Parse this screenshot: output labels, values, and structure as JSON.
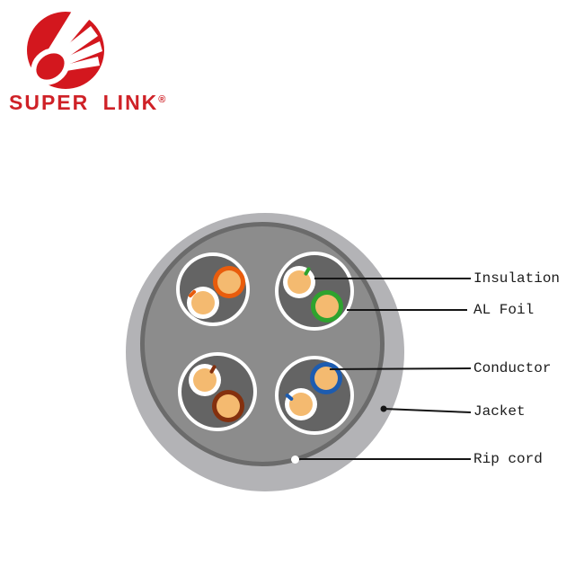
{
  "brand": {
    "name": "SUPER LINK",
    "registered": "®"
  },
  "diagram": {
    "labels": {
      "insulation": "Insulation",
      "al_foil": "AL Foil",
      "conductor": "Conductor",
      "jacket": "Jacket",
      "rip_cord": "Rip cord"
    },
    "pairs": [
      {
        "name": "orange-pair",
        "solid_wire": "orange",
        "striped_wire": "white-orange"
      },
      {
        "name": "green-pair",
        "solid_wire": "green",
        "striped_wire": "white-green"
      },
      {
        "name": "brown-pair",
        "solid_wire": "brown",
        "striped_wire": "white-brown"
      },
      {
        "name": "blue-pair",
        "solid_wire": "blue",
        "striped_wire": "white-blue"
      }
    ]
  },
  "colors": {
    "brand_red": "#d3171e",
    "text_red": "#cf2127",
    "jacket_gray": "#b3b3b6",
    "foil_fill": "#8c8c8c",
    "foil_border": "#6b6b6b",
    "pair_fill": "#646464",
    "wire_white": "#ffffff",
    "conductor_peach": "#f4ba70",
    "orange": "#e95c0c",
    "green": "#2ea32e",
    "blue": "#1d5cb0",
    "brown": "#84300e",
    "line_black": "#151515",
    "label_black": "#1c1c1c"
  }
}
